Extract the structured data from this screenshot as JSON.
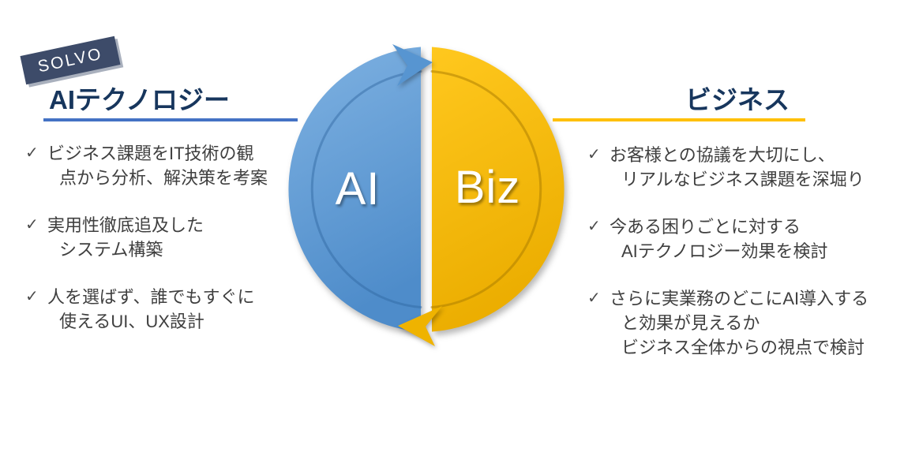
{
  "badge": {
    "label": "SOLVO"
  },
  "left_panel": {
    "heading": "AIテクノロジー",
    "items": [
      {
        "lines": [
          "ビジネス課題をIT技術の観",
          "点から分析、解決策を考案"
        ]
      },
      {
        "lines": [
          "実用性徹底追及した",
          "システム構築"
        ]
      },
      {
        "lines": [
          "人を選ばず、誰でもすぐに",
          "使えるUI、UX設計"
        ]
      }
    ]
  },
  "right_panel": {
    "heading": "ビジネス",
    "items": [
      {
        "lines": [
          "お客様との協議を大切にし、",
          "リアルなビジネス課題を深堀り"
        ]
      },
      {
        "lines": [
          "今ある困りごとに対する",
          "AIテクノロジー効果を検討"
        ]
      },
      {
        "lines": [
          "さらに実業務のどこにAI導入する",
          "と効果が見えるか",
          "ビジネス全体からの視点で検討"
        ]
      }
    ]
  },
  "diagram": {
    "left_label": "AI",
    "right_label": "Biz"
  },
  "icons": {
    "check": "✓"
  },
  "colors": {
    "blue_disc": "#5C9AD4",
    "gold_disc": "#F5BB00",
    "heading_navy": "#17365D",
    "rule_blue": "#4472C4",
    "rule_gold": "#FFC000",
    "badge_bg": "#3D4B69",
    "body_text": "#3F3F3F"
  }
}
